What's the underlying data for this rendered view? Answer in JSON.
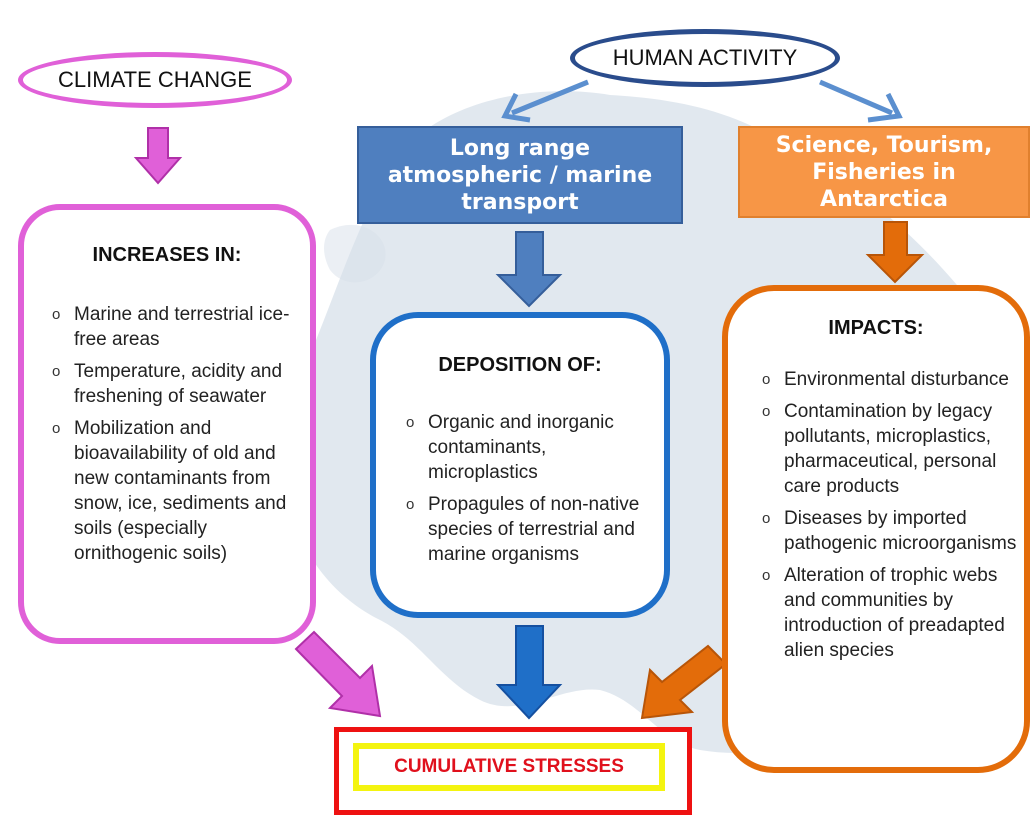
{
  "nodes": {
    "climate_change": "CLIMATE CHANGE",
    "human_activity": "HUMAN ACTIVITY",
    "long_range": [
      "Long range",
      "atmospheric / marine",
      "transport"
    ],
    "science": [
      "Science, Tourism,",
      "Fisheries in",
      "Antarctica"
    ],
    "result": "CUMULATIVE STRESSES"
  },
  "boxes": {
    "increases": {
      "title": "INCREASES IN:",
      "items": [
        "Marine and terrestrial ice-free areas",
        "Temperature, acidity and freshening of seawater",
        "Mobilization and bioavailability of old and new contaminants from snow, ice, sediments and soils (especially ornithogenic soils)"
      ]
    },
    "deposition": {
      "title": "DEPOSITION OF:",
      "items": [
        "Organic and inorganic contaminants, microplastics",
        "Propagules of non-native species of terrestrial and marine organisms"
      ]
    },
    "impacts": {
      "title": "IMPACTS:",
      "items": [
        "Environmental disturbance",
        "Contamination  by legacy pollutants, microplastics, pharmaceutical, personal care products",
        "Diseases by imported pathogenic microorganisms",
        "Alteration of trophic webs and communities by introduction of preadapted alien species"
      ]
    }
  },
  "bullet_glyph": "o",
  "colors": {
    "climate": "#e060d8",
    "human": "#2a4c8c",
    "transport": "#4f7fbf",
    "deposition": "#1f6fc8",
    "science": "#f79646",
    "impacts": "#e36c0a",
    "result_border": "#ee1111",
    "result_inner": "#f4f410",
    "result_text": "#e0101c",
    "map": "#d7e0ea"
  }
}
